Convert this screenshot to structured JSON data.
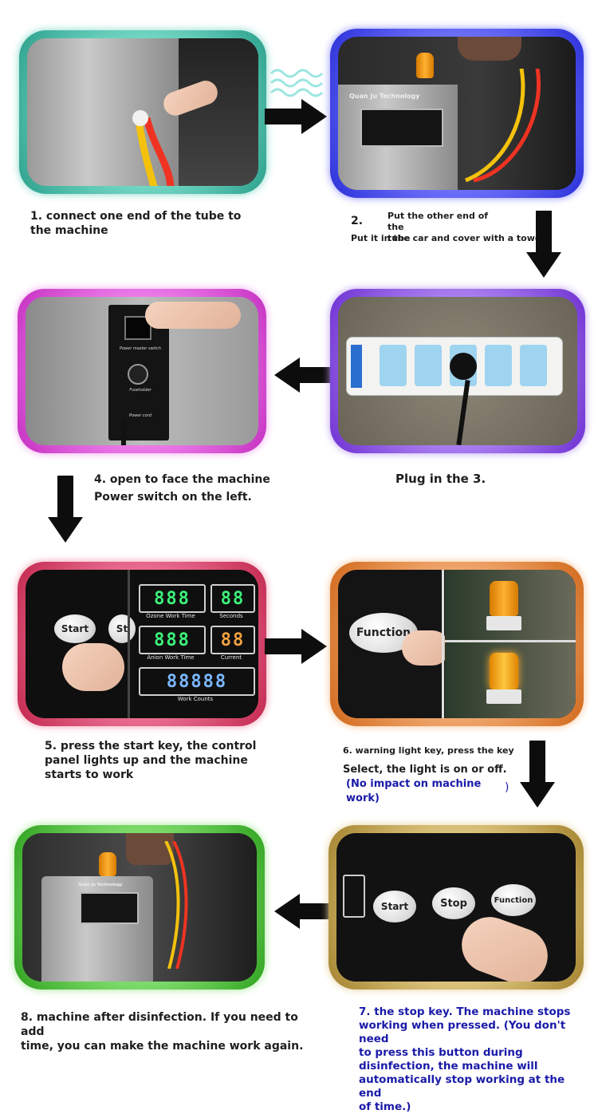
{
  "steps": {
    "s1": {
      "caption_l1": "1. connect one end of the tube to",
      "caption_l2": "the machine"
    },
    "s2": {
      "num": "2.",
      "l1": "Put the other end of the",
      "l2": "tube",
      "l3": "Put it in the car and cover with a towel",
      "brand": "Quan Ju Technology"
    },
    "s3": {
      "caption": "Plug in the 3."
    },
    "s4": {
      "l1": "4. open to face the machine",
      "l2": "Power switch on the left.",
      "label_switch": "Power master switch",
      "label_fuse": "Fuseholder",
      "label_cord": "Power cord"
    },
    "s5": {
      "l1": "5. press the start key, the control",
      "l2": "panel lights up and the machine",
      "l3": "starts to work",
      "key_start": "Start",
      "key_partial": "St",
      "ozone_value": "888",
      "ozone_label": "Ozone Work Time",
      "seconds_value": "88",
      "seconds_label": "Seconds",
      "anion_value": "888",
      "anion_label": "Anion Work Time",
      "current_value": "88",
      "current_label": "Current",
      "counts_value": "88888",
      "counts_label": "Work Counts"
    },
    "s6": {
      "l1": "6. warning light key, press the key",
      "l2": "Select, the light is on or off.",
      "l3": "(No impact on machine",
      "l4": "work)",
      "l5": ")",
      "key_function": "Function"
    },
    "s7": {
      "l1": "7. the stop key. The machine stops",
      "l2": "working when pressed. (You don't need",
      "l3": "to press this button during",
      "l4": "disinfection, the machine will",
      "l5": "automatically stop working at the end",
      "l6": "of time.)",
      "key_start": "Start",
      "key_stop": "Stop",
      "key_function": "Function"
    },
    "s8": {
      "l1": "8. machine after disinfection. If you need to add",
      "l2": "time, you can make the machine work again.",
      "brand": "Quan Ju Technology"
    }
  },
  "colors": {
    "teal": "#2a9f8a",
    "blue": "#2a2fd8",
    "magenta": "#c42ec0",
    "violet": "#6d2fd0",
    "crimson": "#c2264e",
    "orange": "#d0681a",
    "green": "#2ea01e",
    "gold": "#a3822e",
    "note_blue": "#1a1aa8"
  },
  "icons": [
    "arrow-right-icon",
    "arrow-down-icon",
    "arrow-left-icon",
    "wave-icon"
  ]
}
